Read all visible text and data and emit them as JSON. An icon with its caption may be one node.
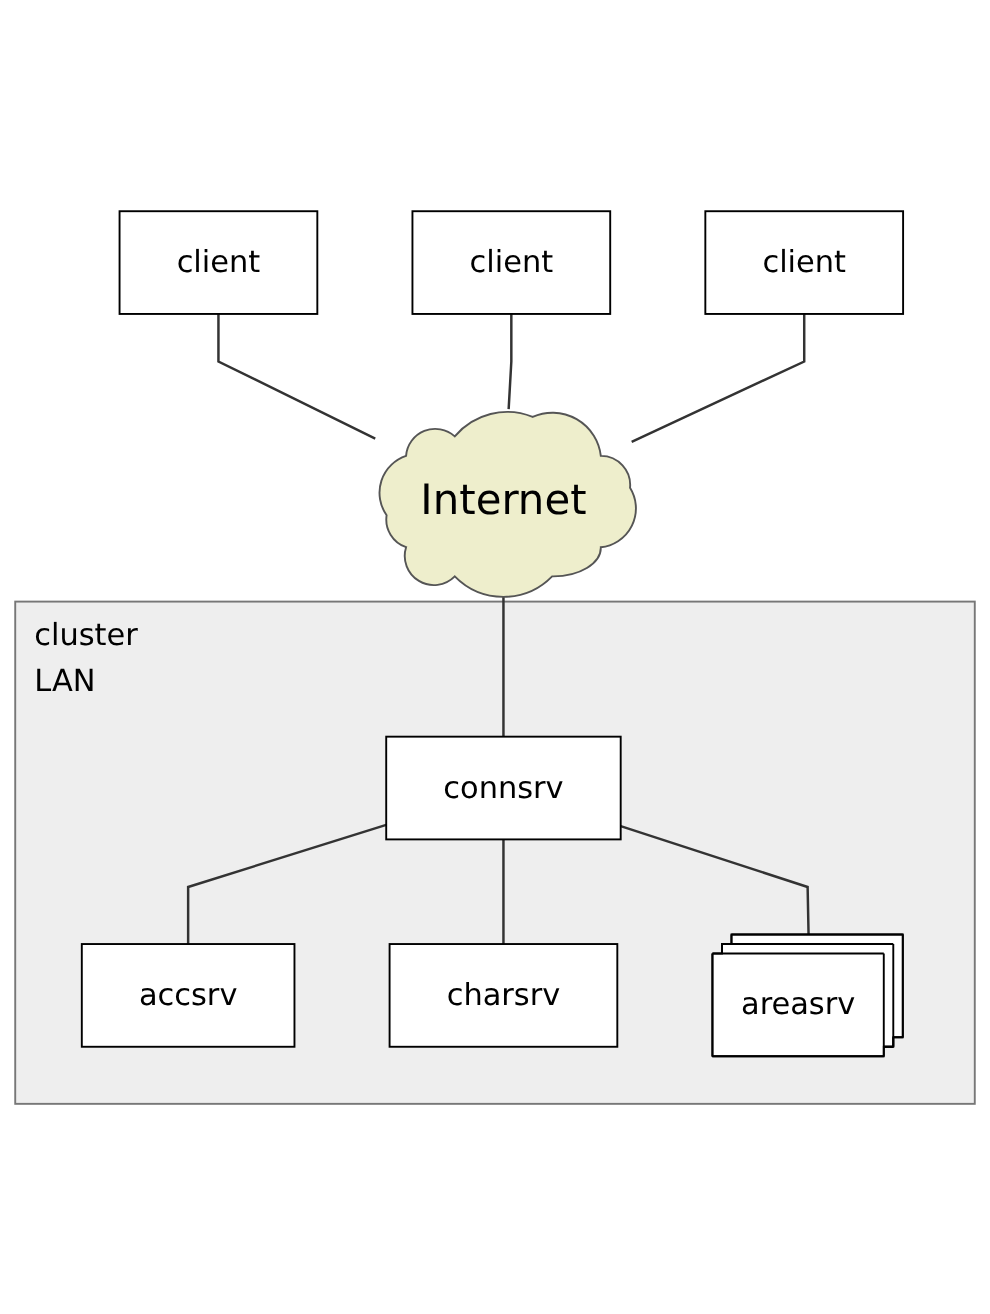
{
  "diagram": {
    "nodes": [
      {
        "text": [
          "client"
        ]
      },
      {
        "text": [
          "client"
        ]
      },
      {
        "text": [
          "client"
        ]
      },
      {
        "text": [
          "Internet"
        ]
      },
      {
        "text": [
          "cluster",
          "LAN"
        ]
      },
      {
        "text": [
          "connsrv"
        ],
        "in": 4
      },
      {
        "text": [
          "accsrv"
        ],
        "in": 4
      },
      {
        "text": [
          "charsrv"
        ],
        "in": 4
      },
      {
        "text": [
          "areasrv"
        ],
        "in": 4
      }
    ],
    "edges": [
      {
        "from": 0,
        "to": 3,
        "arrow": "none"
      },
      {
        "from": 1,
        "to": 3,
        "arrow": "none"
      },
      {
        "from": 2,
        "to": 3,
        "arrow": "none"
      },
      {
        "from": 3,
        "to": 5,
        "arrow": "none"
      },
      {
        "from": 5,
        "to": 6,
        "arrow": "none"
      },
      {
        "from": 5,
        "to": 7,
        "arrow": "none"
      },
      {
        "from": 5,
        "to": 8,
        "arrow": "none"
      }
    ]
  }
}
